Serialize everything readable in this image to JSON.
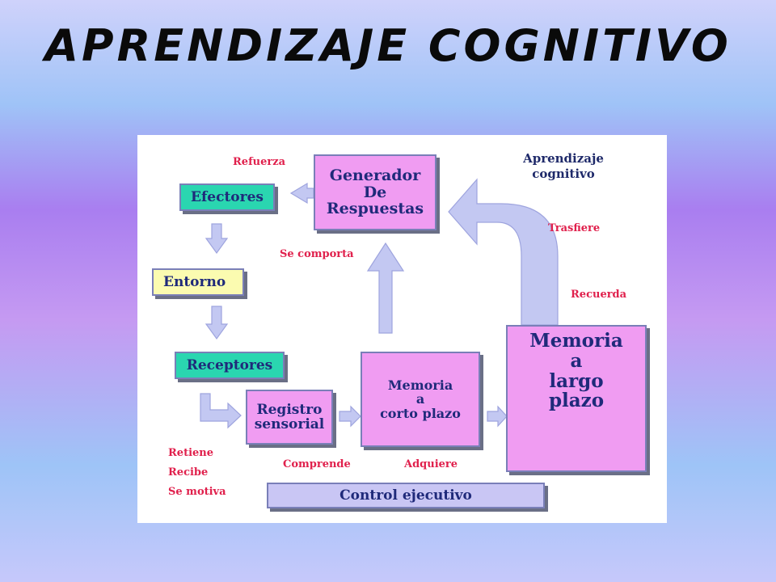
{
  "slide": {
    "title": "Aprendizaje cognitivo"
  },
  "diagram": {
    "heading": [
      "Aprendizaje",
      "cognitivo"
    ],
    "nodes": {
      "generador": [
        "Generador",
        "De",
        "Respuestas"
      ],
      "efectores": "Efectores",
      "entorno": "Entorno",
      "receptores": "Receptores",
      "registro": [
        "Registro",
        "sensorial"
      ],
      "memoria_corto": [
        "Memoria",
        "a",
        "corto plazo"
      ],
      "memoria_largo": [
        "Memoria",
        "a",
        "largo",
        "plazo"
      ],
      "control": "Control ejecutivo"
    },
    "labels": {
      "refuerza": "Refuerza",
      "se_comporta": "Se comporta",
      "trasfiere": "Trasfiere",
      "recuerda": "Recuerda",
      "retiene": "Retiene",
      "recibe": "Recibe",
      "se_motiva": "Se motiva",
      "comprende": "Comprende",
      "adquiere": "Adquiere"
    },
    "colors": {
      "pink_box": "#f09cf2",
      "teal_box": "#2ad6b0",
      "yellow_box": "#fbfbb0",
      "lilac_box": "#c9c6f4",
      "label_red": "#e0204c",
      "text_navy": "#1f2a7a",
      "arrow_fill": "#c3c8f2"
    }
  }
}
